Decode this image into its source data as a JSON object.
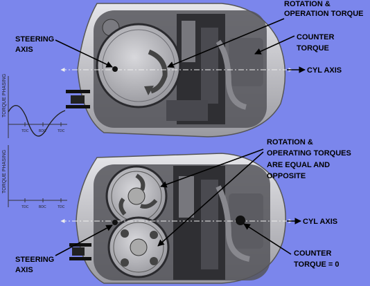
{
  "top": {
    "label_rotation_l1": "ROTATION &",
    "label_rotation_l2": "OPERATION TORQUE",
    "label_steering_l1": "STEERING",
    "label_steering_l2": "AXIS",
    "label_counter_l1": "COUNTER",
    "label_counter_l2": "TORQUE",
    "label_cyl": "CYL AXIS"
  },
  "bottom": {
    "label_rotation_l1": "ROTATION &",
    "label_rotation_l2": "OPERATING TORQUES",
    "label_rotation_l3": "ARE EQUAL AND",
    "label_rotation_l4": "OPPOSITE",
    "label_steering_l1": "STEERING",
    "label_steering_l2": "AXIS",
    "label_counter_l1": "COUNTER",
    "label_counter_l2": "TORQUE = 0",
    "label_cyl": "CYL AXIS"
  },
  "graph_top": {
    "ylabel": "TORQUE PHASING",
    "tdc": "TDC",
    "bdc": "BDC",
    "end": "TDC"
  },
  "graph_bottom": {
    "ylabel": "TORQUE PHASING",
    "tdc": "TDC",
    "bdc": "BDC",
    "end": "TDC"
  },
  "colors": {
    "background": "#7b86ec",
    "casing": "#c9c9cd",
    "engine_dark": "#3a3a3e",
    "label": "#000000"
  }
}
